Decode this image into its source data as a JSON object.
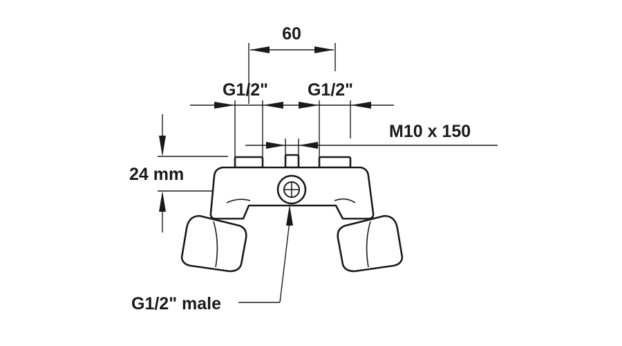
{
  "diagram": {
    "labels": {
      "spacing": "60",
      "left_inlet": "G1/2\"",
      "right_inlet": "G1/2\"",
      "mount_thread": "M10 x 150",
      "height": "24  mm",
      "outlet": "G1/2\" male"
    },
    "colors": {
      "line": "#1a1a1a",
      "background": "#ffffff"
    }
  }
}
